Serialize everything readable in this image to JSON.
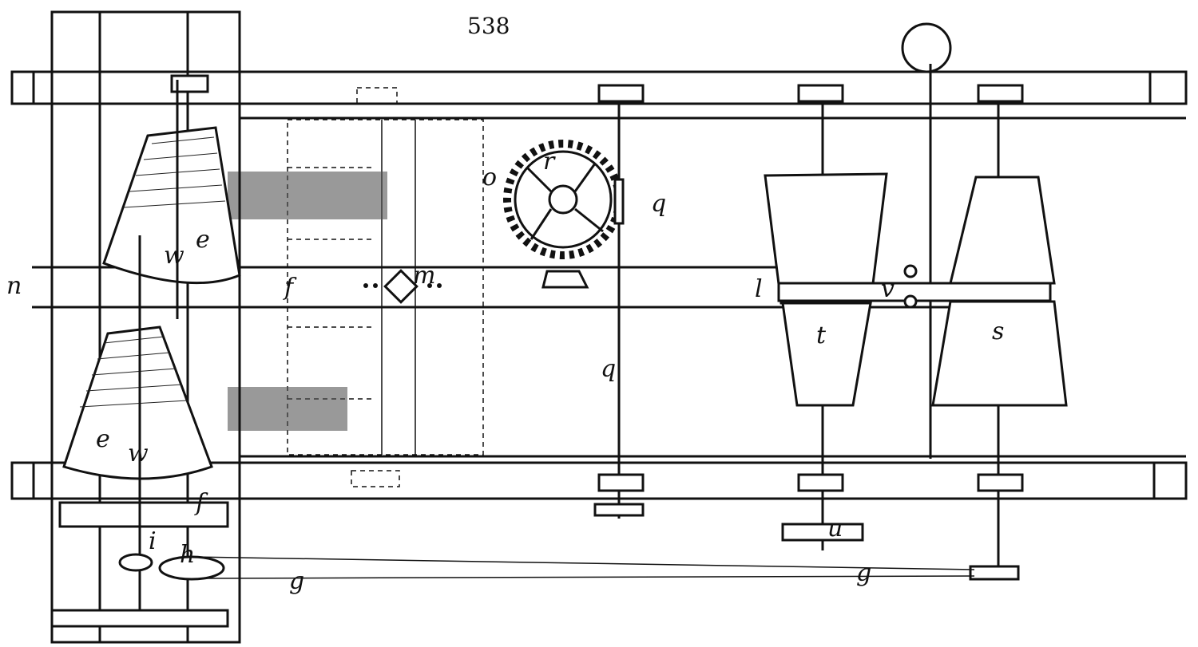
{
  "figure_number": "538",
  "labels": {
    "n": "n",
    "f_bar": "f",
    "m": "m",
    "o": "o",
    "r": "r",
    "q_worm": "q",
    "q_shaft": "q",
    "l": "l",
    "v": "v",
    "t": "t",
    "s": "s",
    "e_upper": "e",
    "w_upper": "w",
    "e_lower": "e",
    "w_lower": "w",
    "f_lower": "f",
    "i": "i",
    "h": "h",
    "g_left": "g",
    "g_right": "g",
    "u": "u"
  }
}
